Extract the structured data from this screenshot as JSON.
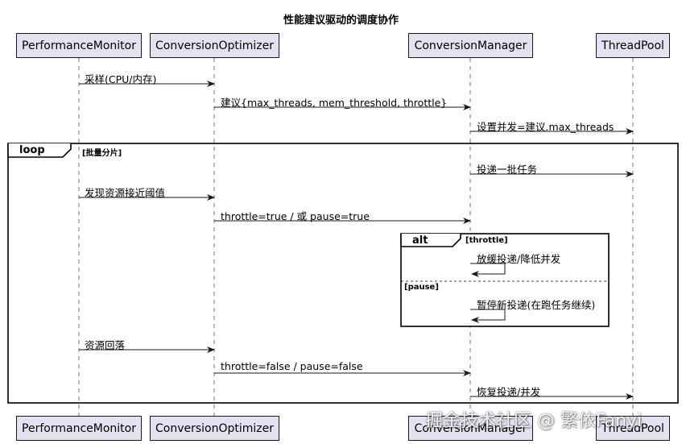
{
  "title": "性能建议驱动的调度协作",
  "participants": {
    "monitor": "PerformanceMonitor",
    "optimizer": "ConversionOptimizer",
    "manager": "ConversionManager",
    "pool": "ThreadPool"
  },
  "messages": {
    "m1": "采样(CPU/内存)",
    "m2": "建议{max_threads, mem_threshold, throttle}",
    "m3": "设置并发=建议.max_threads",
    "m4": "投递一批任务",
    "m5": "发现资源接近阈值",
    "m6": "throttle=true / 或 pause=true",
    "m7": "放缓投递/降低并发",
    "m8": "暂停新投递(在跑任务继续)",
    "m9": "资源回落",
    "m10": "throttle=false / pause=false",
    "m11": "恢复投递/并发"
  },
  "fragments": {
    "loop_keyword": "loop",
    "loop_guard": "[批量分片]",
    "alt_keyword": "alt",
    "alt_guard_1": "[throttle]",
    "alt_guard_2": "[pause]"
  },
  "watermark": "掘金技术社区 @ 繁依Fanyi",
  "colors": {
    "participant_fill": "#e2e2f0",
    "line": "#181818"
  }
}
